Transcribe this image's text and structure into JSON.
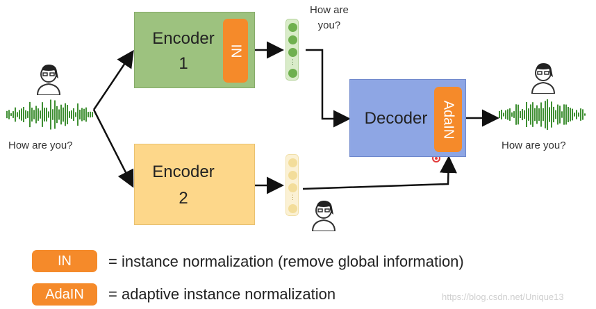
{
  "diagram": {
    "encoder1": {
      "title": "Encoder",
      "number": "1",
      "tag": "IN"
    },
    "encoder2": {
      "title": "Encoder",
      "number": "2"
    },
    "decoder": {
      "title": "Decoder",
      "tag": "AdaIN"
    },
    "captions": {
      "input": "How are you?",
      "content_vector": "How are\nyou?",
      "output": "How are you?"
    },
    "colors": {
      "encoder1": "#9dc27f",
      "encoder2": "#fdd78a",
      "decoder": "#8ea6e4",
      "tag": "#f58a2a",
      "waveform": "#3f8f33",
      "vector1": "#6fb04f",
      "vector2": "#f3dd9a"
    },
    "icons": [
      "person-icon",
      "waveform-icon",
      "arrow-icon"
    ]
  },
  "legend": [
    {
      "tag": "IN",
      "text": "= instance normalization  (remove global information)"
    },
    {
      "tag": "AdaIN",
      "text": "= adaptive instance normalization"
    }
  ],
  "watermark": "https://blog.csdn.net/Unique13"
}
